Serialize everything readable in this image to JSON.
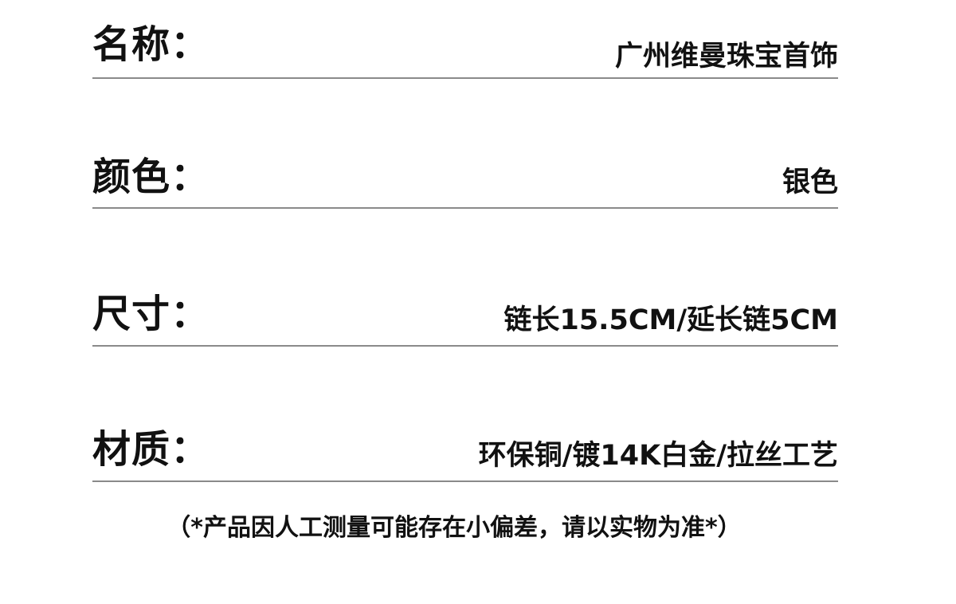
{
  "specs": [
    {
      "label": "名称：",
      "value": "广州维曼珠宝首饰"
    },
    {
      "label": "颜色：",
      "value": "银色"
    },
    {
      "label": "尺寸：",
      "value": "链长15.5CM/延长链5CM"
    },
    {
      "label": "材质：",
      "value": "环保铜/镀14K白金/拉丝工艺"
    }
  ],
  "note": "（*产品因人工测量可能存在小偏差，请以实物为准*）",
  "colors": {
    "text": "#111111",
    "divider": "#8a8a8a",
    "background": "#ffffff"
  }
}
